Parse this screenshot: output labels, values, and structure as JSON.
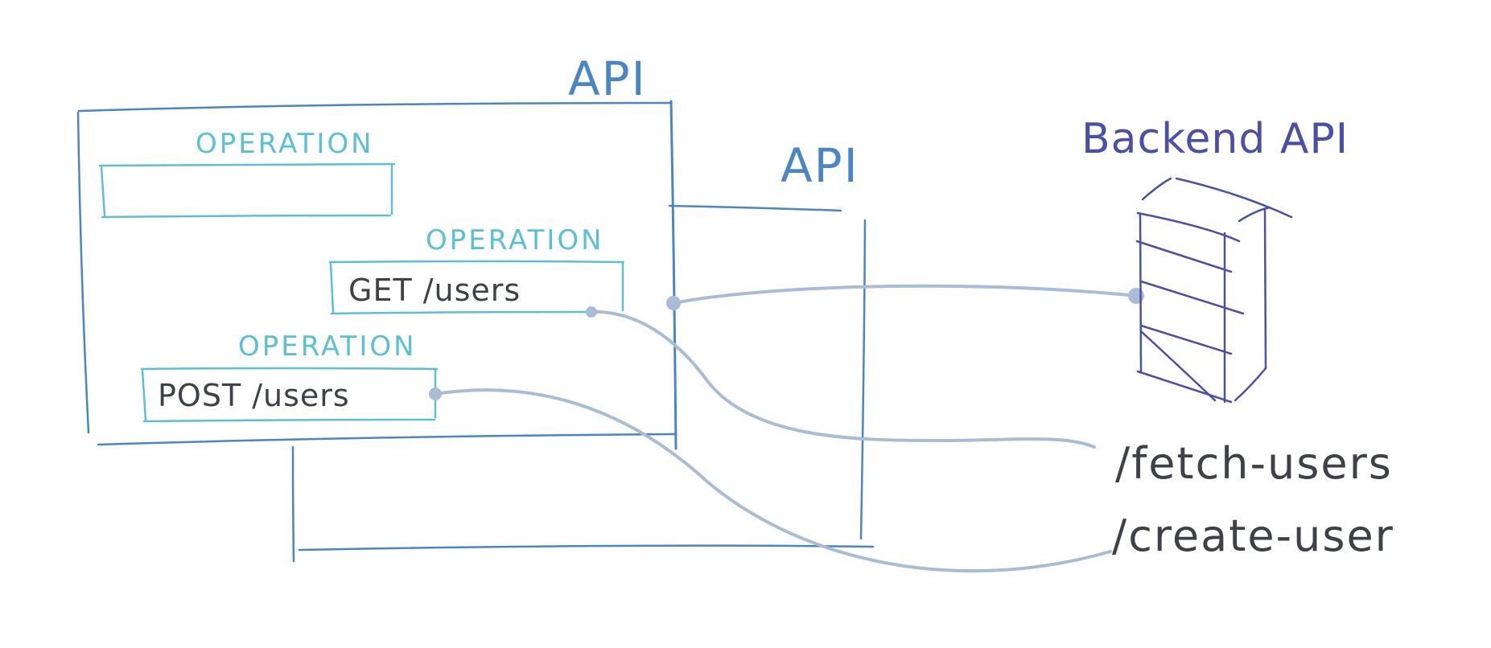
{
  "colors": {
    "api_blue": "#4a86c6",
    "operation_teal": "#5bc0d4",
    "backend_indigo": "#4a4fa8",
    "connector_gray": "#a9bcd6",
    "text_dark": "#3e4147"
  },
  "api_main": {
    "label": "API"
  },
  "api_secondary": {
    "label": "API"
  },
  "operations": [
    {
      "title": "OPERATION",
      "route": ""
    },
    {
      "title": "OPERATION",
      "route": "GET /users"
    },
    {
      "title": "OPERATION",
      "route": "POST /users"
    }
  ],
  "backend": {
    "label": "Backend API",
    "icon": "server-icon",
    "paths": [
      "/fetch-users",
      "/create-user"
    ]
  }
}
